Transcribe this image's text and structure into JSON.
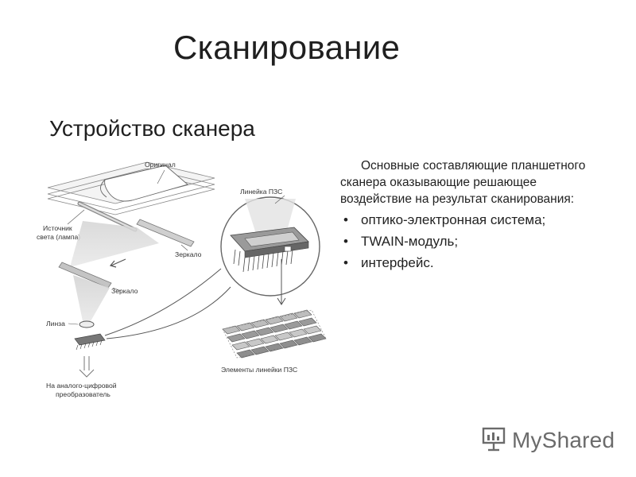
{
  "slide": {
    "title": "Сканирование",
    "subtitle": "Устройство сканера"
  },
  "diagram": {
    "labels": {
      "original": "Оригинал",
      "light_source_1": "Источник",
      "light_source_2": "света (лампа)",
      "mirror_top": "Зеркало",
      "mirror_bottom": "Зеркало",
      "lens": "Линза",
      "adc_1": "На аналого-цифровой",
      "adc_2": "преобразователь",
      "ccd_line": "Линейка ПЗС",
      "ccd_elements": "Элементы линейки ПЗС"
    }
  },
  "content": {
    "intro": "Основные составляющие планшетного сканера оказывающие решающее воздействие на результат сканирования:",
    "bullet_symbol": "•",
    "bullets": [
      "оптико-электронная система;",
      "TWAIN-модуль;",
      "интерфейс."
    ]
  },
  "watermark": {
    "text": "MyShared",
    "icon": "presentation-board-icon",
    "color": "#6b6b6b"
  }
}
